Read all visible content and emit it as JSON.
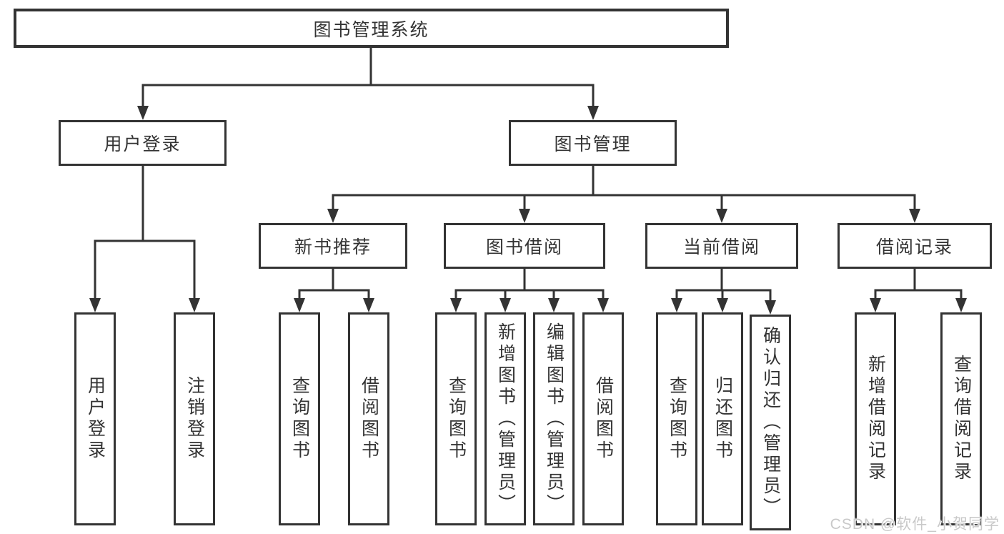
{
  "nodes": {
    "root": "图书管理系统",
    "level1": {
      "user_login": "用户登录",
      "book_management": "图书管理"
    },
    "level2": {
      "new_book_recommend": "新书推荐",
      "book_borrow": "图书借阅",
      "current_borrow": "当前借阅",
      "borrow_records": "借阅记录"
    },
    "leaves": {
      "user_login": [
        "用户登录",
        "注销登录"
      ],
      "new_book_recommend": [
        "查询图书",
        "借阅图书"
      ],
      "book_borrow": [
        "查询图书",
        "新增图书（管理员）",
        "编辑图书（管理员）",
        "借阅图书"
      ],
      "current_borrow": [
        "查询图书",
        "归还图书",
        "确认归还（管理员）"
      ],
      "borrow_records": [
        "新增借阅记录",
        "查询借阅记录"
      ]
    }
  },
  "watermark": "CSDN @软件_小贺同学",
  "colors": {
    "line": "#333333",
    "box_border": "#333333",
    "text": "#333333",
    "watermark": "#c9c9c9",
    "background": "#ffffff"
  }
}
